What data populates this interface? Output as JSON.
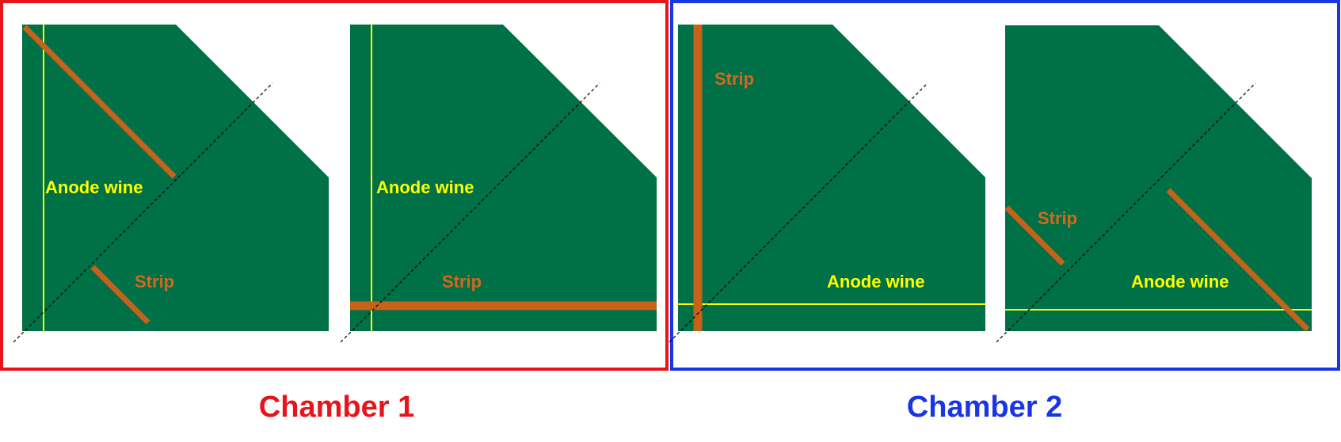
{
  "colors": {
    "chamber1_frame": "#e8141c",
    "chamber2_frame": "#1a35e6",
    "panel": "#007046",
    "strip": "#c8611a",
    "anode_wire": "#ffff00",
    "anode_label": "#ffff00",
    "strip_label": "#d2691e",
    "diagonal": "#000000"
  },
  "chambers": [
    {
      "caption": "Chamber 1",
      "panels": [
        {
          "anode_label": "Anode wine",
          "strip_label": "Strip"
        },
        {
          "anode_label": "Anode wine",
          "strip_label": "Strip"
        }
      ]
    },
    {
      "caption": "Chamber 2",
      "panels": [
        {
          "anode_label": "Anode wine",
          "strip_label": "Strip"
        },
        {
          "anode_label": "Anode wine",
          "strip_label": "Strip"
        }
      ]
    }
  ]
}
